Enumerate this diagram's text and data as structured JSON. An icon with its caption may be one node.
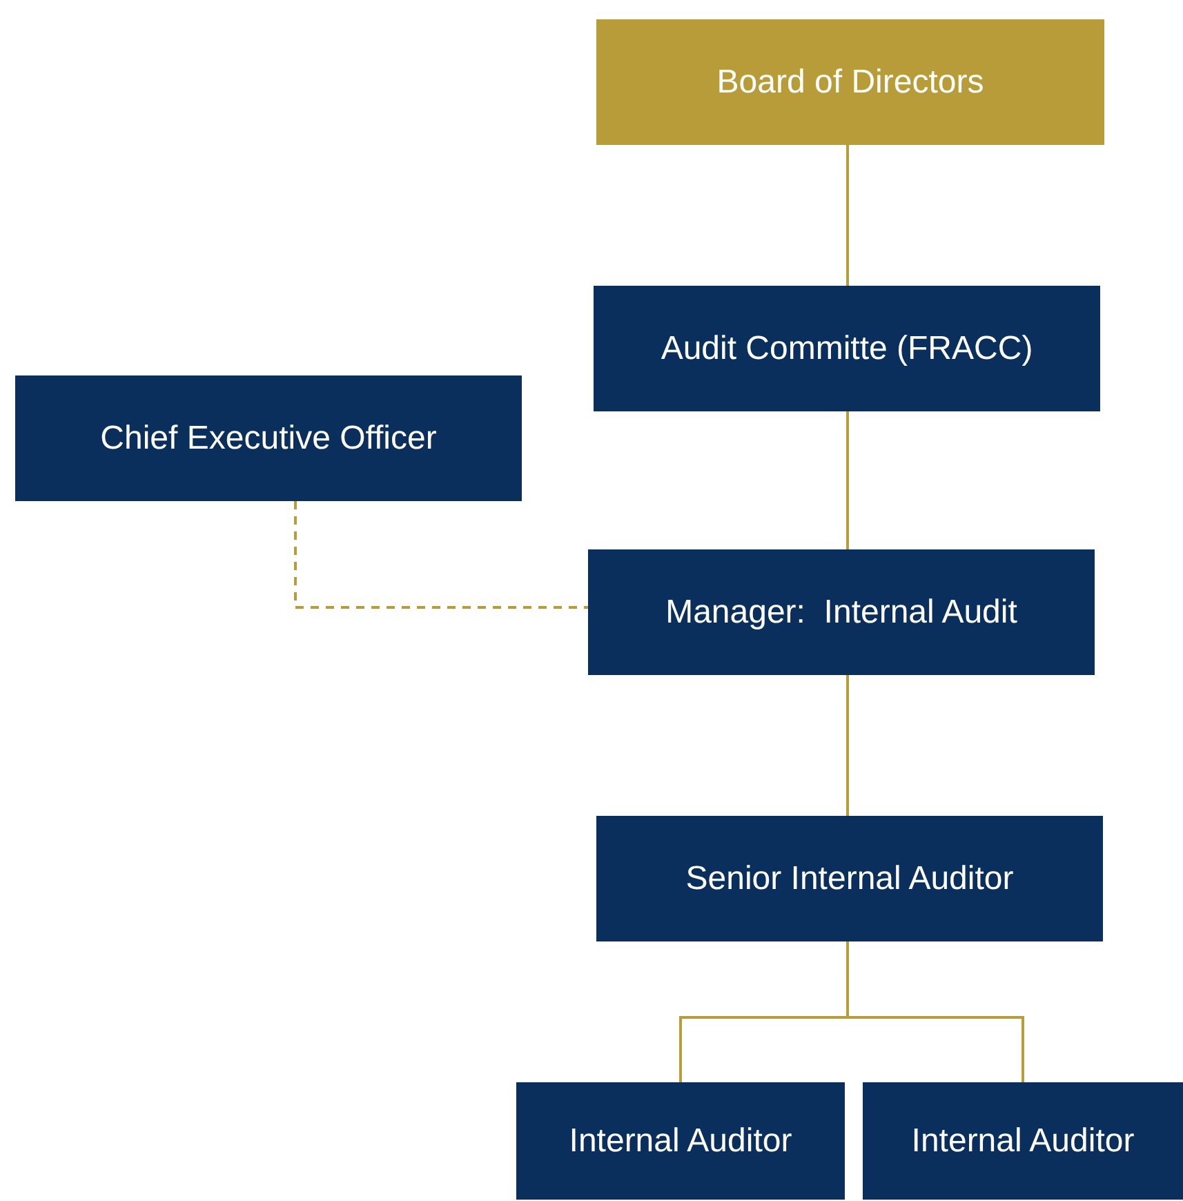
{
  "diagram": {
    "nodes": [
      {
        "text": [
          "Board of Directors"
        ]
      },
      {
        "text": [
          "Audit Committe (FRACC)"
        ]
      },
      {
        "text": [
          "Chief Executive Officer"
        ]
      },
      {
        "text": [
          "Manager:  Internal Audit"
        ]
      },
      {
        "text": [
          "Senior Internal Auditor"
        ]
      },
      {
        "text": [
          "Internal Auditor"
        ]
      },
      {
        "text": [
          "Internal Auditor"
        ]
      }
    ],
    "edges": [
      {
        "from": 0,
        "to": 1,
        "arrow": "none"
      },
      {
        "from": 1,
        "to": 3,
        "arrow": "none"
      },
      {
        "from": 2,
        "to": 3,
        "arrow": "none",
        "style": "dashed"
      },
      {
        "from": 3,
        "to": 4,
        "arrow": "none"
      },
      {
        "from": 4,
        "to": 5,
        "arrow": "none"
      },
      {
        "from": 4,
        "to": 6,
        "arrow": "none"
      }
    ]
  }
}
